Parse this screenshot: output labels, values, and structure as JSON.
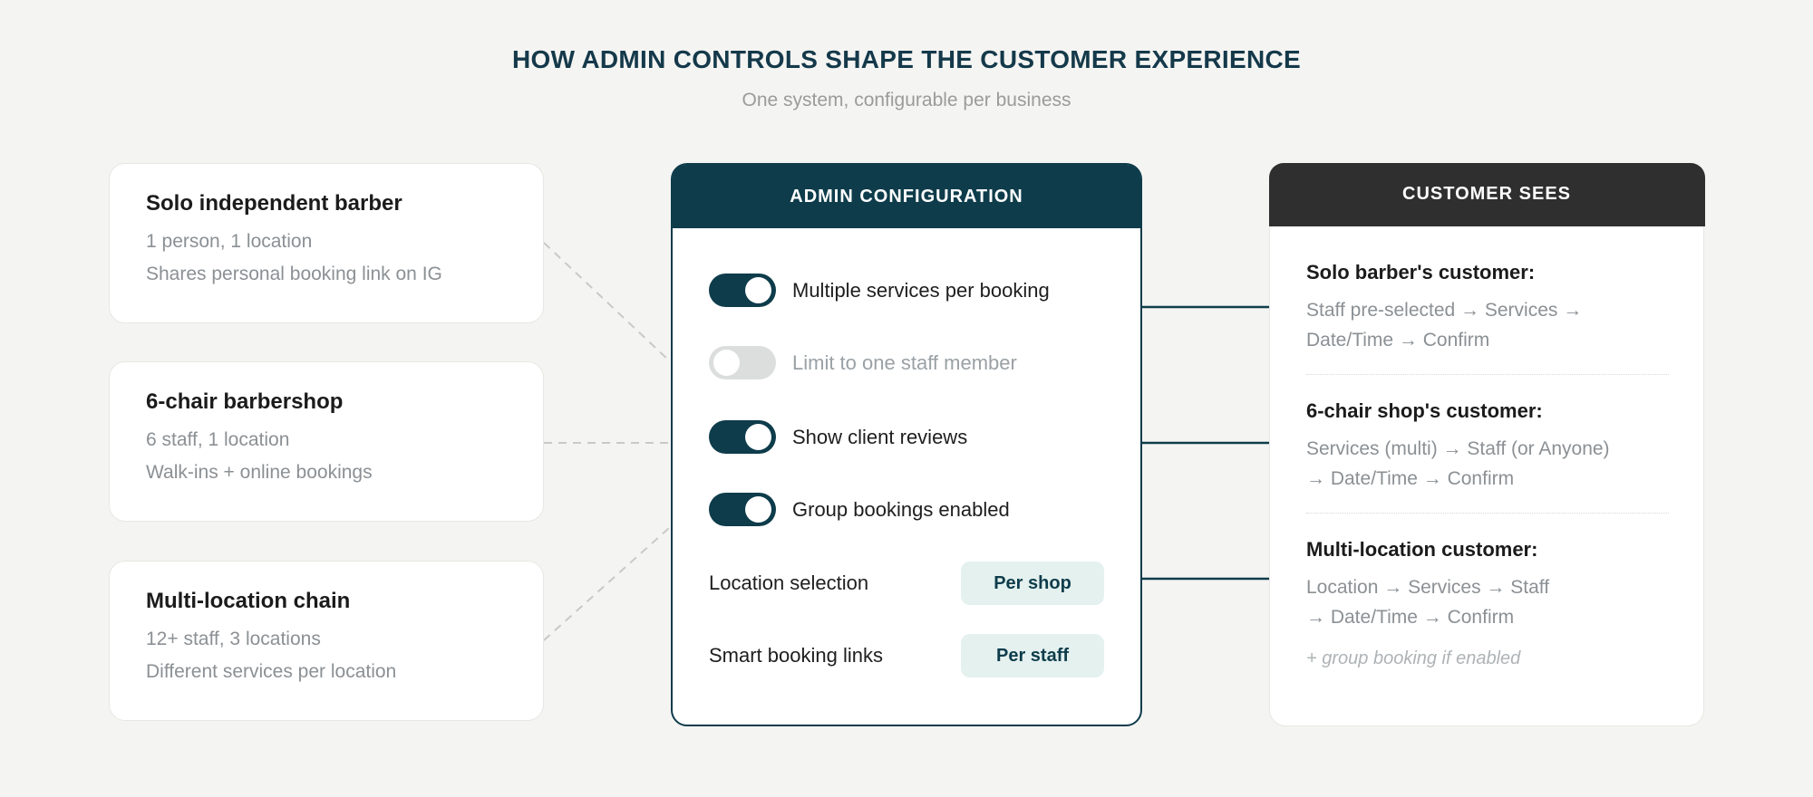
{
  "page": {
    "title": "HOW ADMIN CONTROLS SHAPE THE CUSTOMER EXPERIENCE",
    "subtitle": "One system, configurable per business"
  },
  "colors": {
    "background": "#f4f4f2",
    "teal_dark": "#0e3c4b",
    "charcoal_header": "#2f2f2f",
    "badge_background": "#e4f1ef",
    "text_dark": "#1b1b1b",
    "text_gray": "#8b9094",
    "text_disabled": "#9aa1a5",
    "dashed_connector": "#c9c9c6"
  },
  "business_cards": [
    {
      "title": "Solo independent barber",
      "line1": "1 person, 1 location",
      "line2": "Shares personal booking link on IG"
    },
    {
      "title": "6-chair barbershop",
      "line1": "6 staff, 1 location",
      "line2": "Walk-ins + online bookings"
    },
    {
      "title": "Multi-location chain",
      "line1": "12+ staff, 3 locations",
      "line2": "Different services per location"
    }
  ],
  "admin_panel": {
    "header": "ADMIN CONFIGURATION",
    "toggles": [
      {
        "label": "Multiple services per booking",
        "state": "on"
      },
      {
        "label": "Limit to one staff member",
        "state": "off"
      },
      {
        "label": "Show client reviews",
        "state": "on"
      },
      {
        "label": "Group bookings enabled",
        "state": "on"
      }
    ],
    "settings": [
      {
        "label": "Location selection",
        "value": "Per shop"
      },
      {
        "label": "Smart booking links",
        "value": "Per staff"
      }
    ]
  },
  "customer_panel": {
    "header": "CUSTOMER SEES",
    "sections": [
      {
        "title": "Solo barber's customer:",
        "lines": [
          "Staff pre-selected → Services →",
          "Date/Time → Confirm"
        ]
      },
      {
        "title": "6-chair shop's customer:",
        "lines": [
          "Services (multi) → Staff (or Anyone)",
          "→ Date/Time → Confirm"
        ]
      },
      {
        "title": "Multi-location customer:",
        "lines": [
          "Location → Services → Staff",
          "→ Date/Time → Confirm"
        ],
        "note": "+ group booking if enabled"
      }
    ]
  }
}
